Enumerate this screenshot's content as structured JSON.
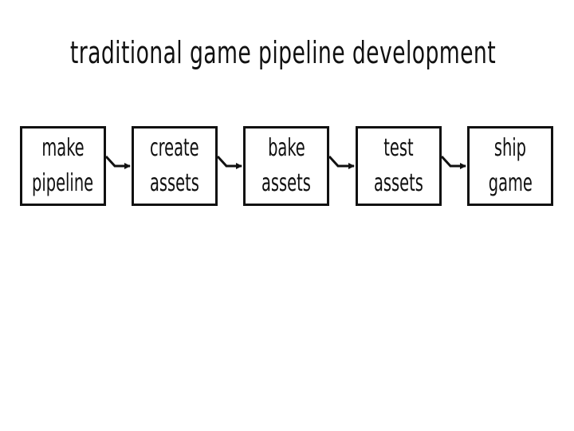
{
  "title": "traditional game pipeline development",
  "steps": [
    {
      "line1": "make",
      "line2": "pipeline"
    },
    {
      "line1": "create",
      "line2": "assets"
    },
    {
      "line1": "bake",
      "line2": "assets"
    },
    {
      "line1": "test",
      "line2": "assets"
    },
    {
      "line1": "ship",
      "line2": "game"
    }
  ],
  "colors": {
    "stroke": "#111111",
    "background": "#ffffff"
  }
}
